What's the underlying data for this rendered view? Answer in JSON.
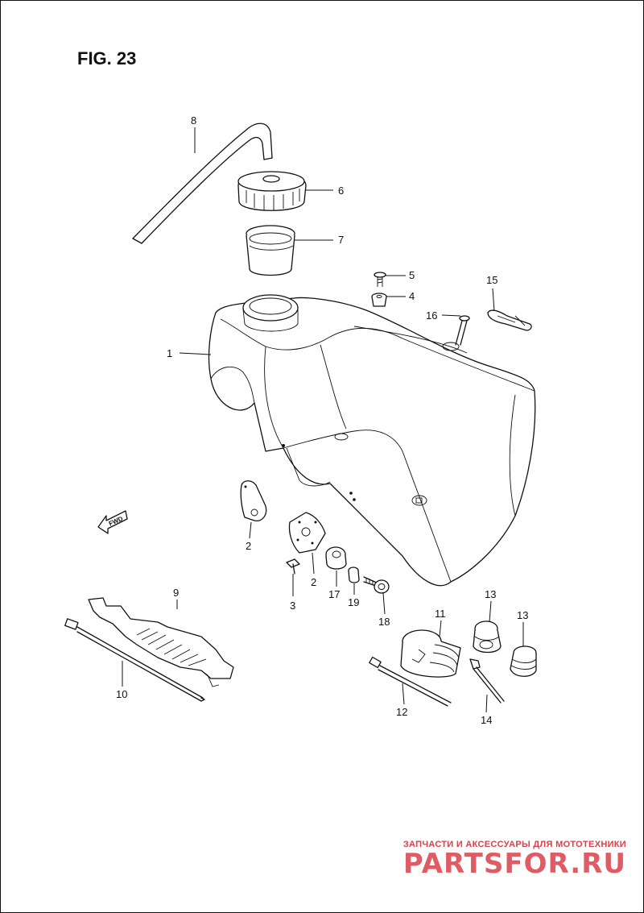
{
  "figure": {
    "title": "FIG. 23"
  },
  "fwd_label": "FWD",
  "callouts": [
    "1",
    "2",
    "2",
    "3",
    "4",
    "5",
    "6",
    "7",
    "8",
    "9",
    "10",
    "11",
    "12",
    "13",
    "13",
    "14",
    "15",
    "16",
    "17",
    "18",
    "19"
  ],
  "watermark": {
    "subtitle": "ЗАПЧАСТИ И АКСЕССУАРЫ ДЛЯ МОТОТЕХНИКИ",
    "brand": "PARTSFOR.RU",
    "color": "#d9404a"
  }
}
